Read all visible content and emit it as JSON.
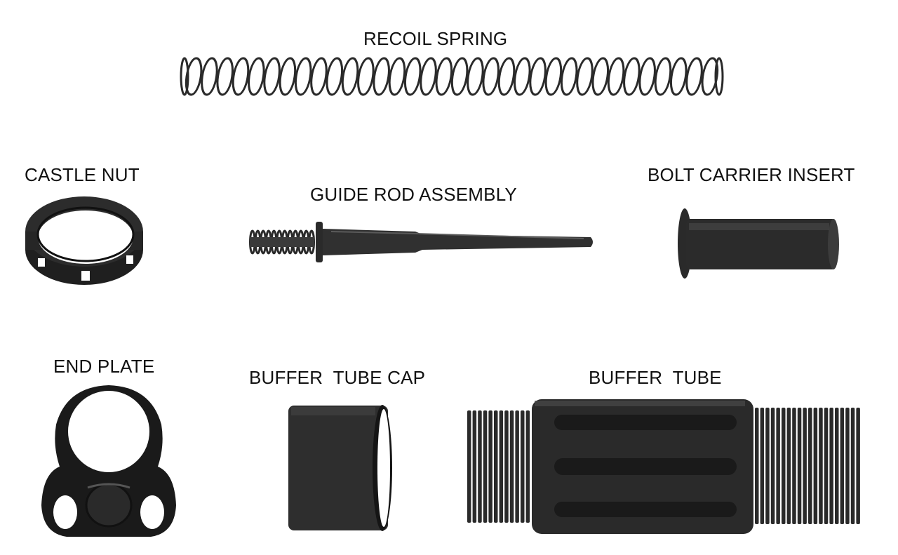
{
  "labels": {
    "recoil_spring": "RECOIL SPRING",
    "castle_nut": "CASTLE NUT",
    "guide_rod_assembly": "GUIDE ROD ASSEMBLY",
    "bolt_carrier_insert": "BOLT CARRIER INSERT",
    "end_plate": "END PLATE",
    "buffer_tube_cap": "BUFFER  TUBE CAP",
    "buffer_tube": "BUFFER  TUBE"
  },
  "colors": {
    "background": "#ffffff",
    "text": "#111111",
    "metal_dark": "#1e1e1e",
    "metal_mid": "#3a3a3a",
    "metal_light": "#5a5a5a"
  },
  "icons": {
    "recoil_spring": "spring-icon",
    "castle_nut": "ring-nut-icon",
    "guide_rod": "rod-icon",
    "bolt_carrier_insert": "sleeve-icon",
    "end_plate": "plate-icon",
    "buffer_tube_cap": "cylinder-cap-icon",
    "buffer_tube": "threaded-tube-icon"
  }
}
